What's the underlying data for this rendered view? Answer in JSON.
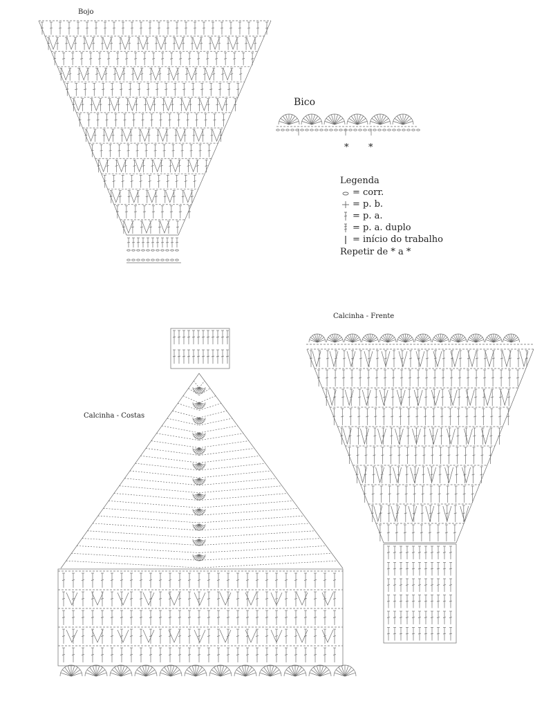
{
  "labels": {
    "bojo": "Bojo",
    "bico": "Bico",
    "costas": "Calcinha - Costas",
    "frente": "Calcinha - Frente"
  },
  "legend": {
    "title": "Legenda",
    "items": [
      {
        "symbol": "chain-icon",
        "text": "= corr."
      },
      {
        "symbol": "single-crochet-icon",
        "text": "= p. b."
      },
      {
        "symbol": "double-crochet-icon",
        "text": "= p. a."
      },
      {
        "symbol": "treble-crochet-icon",
        "text": "= p. a. duplo"
      },
      {
        "symbol": "start-marker-icon",
        "text": "= início do trabalho"
      }
    ],
    "repeat": "Repetir de * a *"
  },
  "bico_marks": [
    "*",
    "*"
  ],
  "colors": {
    "ink": "#6a6a6a",
    "text": "#222222",
    "background": "#ffffff"
  }
}
